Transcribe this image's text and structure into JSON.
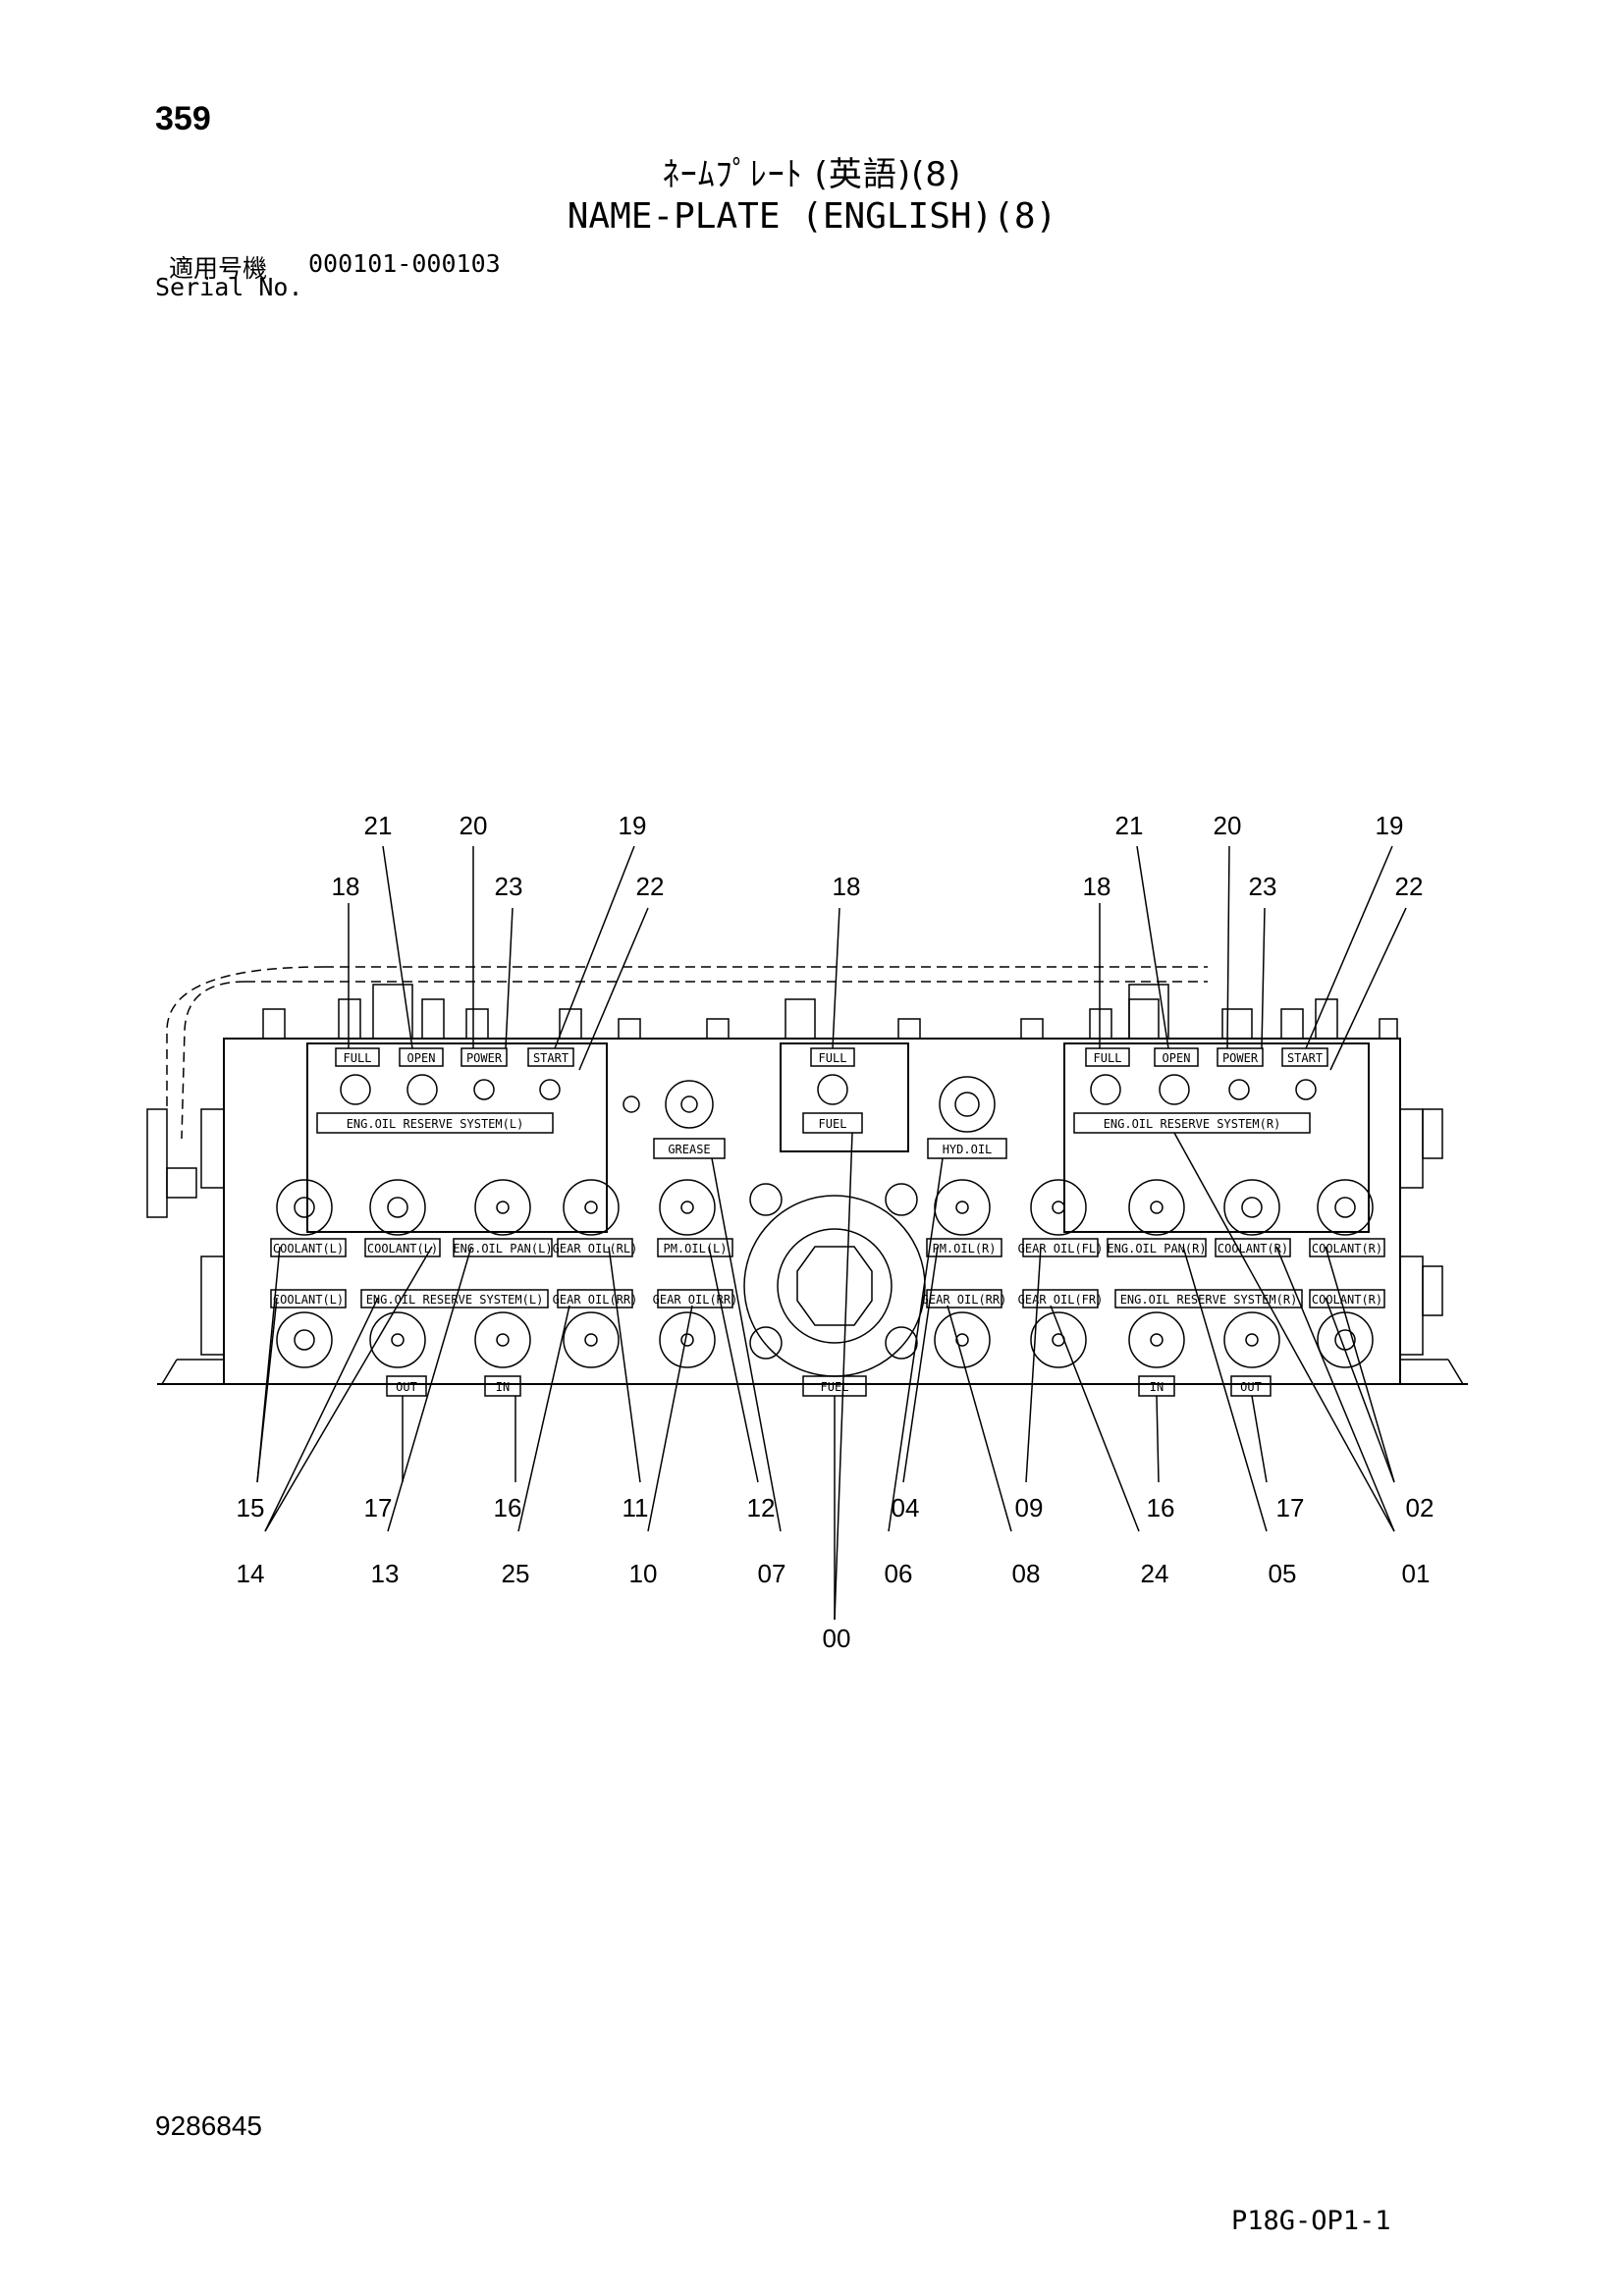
{
  "header": {
    "page_number": "359",
    "title_jp": "ﾈｰﾑﾌﾟﾚｰﾄ (英語)(8)",
    "title_en": "NAME-PLATE (ENGLISH)(8)",
    "serial_label_jp": "適用号機",
    "serial_range": "000101-000103",
    "serial_label_en": "Serial No."
  },
  "footer": {
    "drawing_number": "9286845",
    "sheet_code": "P18G-OP1-1"
  },
  "plates": {
    "full": "FULL",
    "open": "OPEN",
    "power": "POWER",
    "start": "START",
    "eng_oil_reserve_l": "ENG.OIL RESERVE SYSTEM(L)",
    "eng_oil_reserve_r": "ENG.OIL RESERVE SYSTEM(R)",
    "grease": "GREASE",
    "fuel": "FUEL",
    "hyd_oil": "HYD.OIL",
    "coolant_l": "COOLANT(L)",
    "coolant_r": "COOLANT(R)",
    "eng_oil_pan_l": "ENG.OIL PAN(L)",
    "eng_oil_pan_r": "ENG.OIL PAN(R)",
    "gear_oil_rl": "GEAR OIL(RL)",
    "gear_oil_rr": "GEAR OIL(RR)",
    "gear_oil_fl": "GEAR OIL(FL)",
    "gear_oil_fr": "GEAR OIL(FR)",
    "pm_oil_l": "PM.OIL(L)",
    "pm_oil_r": "PM.OIL(R)",
    "out": "OUT",
    "in": "IN"
  },
  "callouts": {
    "c00": "00",
    "c01": "01",
    "c02": "02",
    "c04": "04",
    "c05": "05",
    "c06": "06",
    "c07": "07",
    "c08": "08",
    "c09": "09",
    "c10": "10",
    "c11": "11",
    "c12": "12",
    "c13": "13",
    "c14": "14",
    "c15": "15",
    "c16": "16",
    "c17": "17",
    "c18": "18",
    "c19": "19",
    "c20": "20",
    "c21": "21",
    "c22": "22",
    "c23": "23",
    "c24": "24",
    "c25": "25"
  }
}
